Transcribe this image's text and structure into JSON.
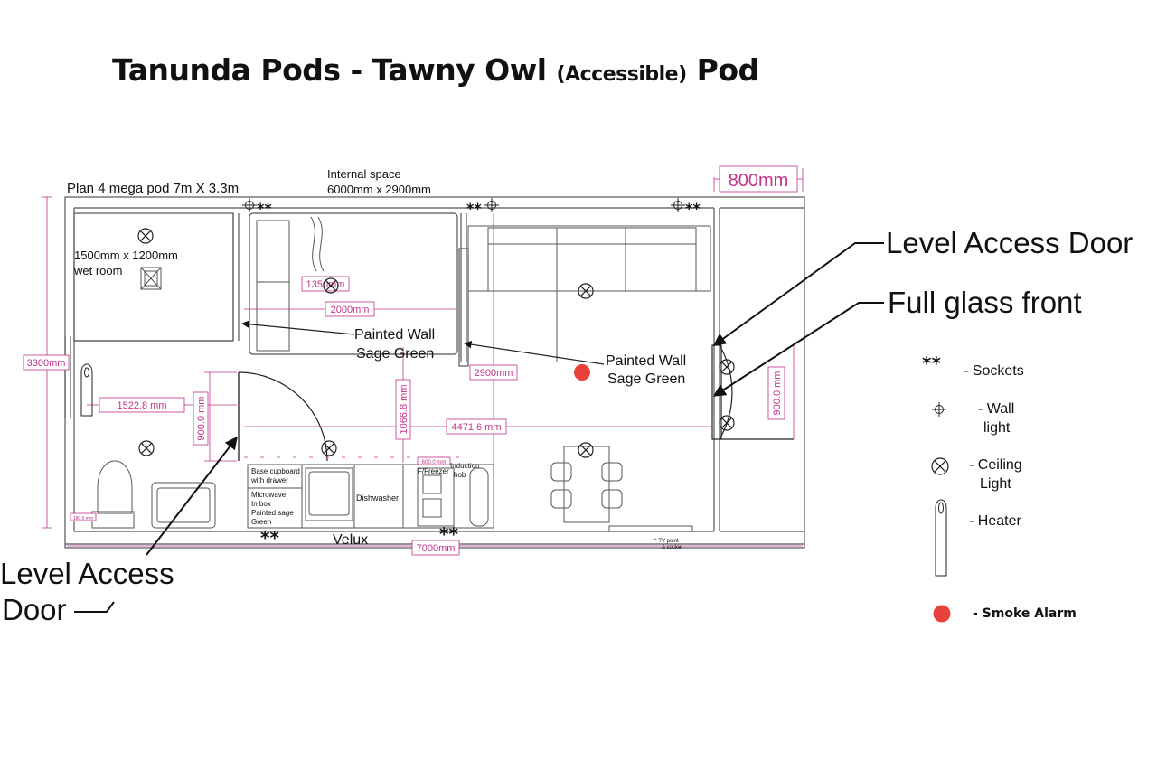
{
  "title": {
    "main": "Tanunda Pods - Tawny Owl",
    "accessible": "(Accessible)",
    "suffix": "Pod"
  },
  "plan": {
    "plan_label": "Plan 4 mega pod 7m X 3.3m",
    "internal_space_line1": "Internal space",
    "internal_space_line2": "6000mm x 2900mm",
    "dim_800": "800mm",
    "dim_3300": "3300mm",
    "dim_1522": "1522.8 mm",
    "dim_900_left": "900.0 mm",
    "dim_1066": "1066.8 mm",
    "dim_4471": "4471.6 mm",
    "dim_2000": "2000mm",
    "dim_1350": "1350mm",
    "dim_2900": "2900mm",
    "dim_900_right": "900.0 mm",
    "dim_7000": "7000mm",
    "dim_600": "600.0 mm",
    "dim_wetroom_small": "180.0 mm",
    "wet_room_line1": "1500mm x 1200mm",
    "wet_room_line2": "wet room",
    "painted_wall_1_line1": "Painted Wall",
    "painted_wall_1_line2": "Sage Green",
    "painted_wall_2_line1": "Painted Wall",
    "painted_wall_2_line2": "Sage Green",
    "base_cupboard_line1": "Base cupboard",
    "base_cupboard_line2": "with drawer",
    "microwave_line1": "Microwave",
    "microwave_line2": "In box",
    "microwave_line3": "Painted sage",
    "microwave_line4": "Green",
    "dishwasher": "Dishwasher",
    "fridge": "F/Freezer",
    "induction_line1": "Induction",
    "induction_line2": "hob",
    "velux": "Velux",
    "tv_point_line1": "** TV point",
    "tv_point_line2": "& socket",
    "sockets_mark": "**"
  },
  "callouts": {
    "level_access_door_right": "Level Access Door",
    "full_glass_front": "Full glass front",
    "level_access_door_left_line1": "Level Access",
    "level_access_door_left_line2": "Door"
  },
  "legend": {
    "sockets_symbol": "**",
    "sockets": "- Sockets",
    "wall_light_line1": "- Wall",
    "wall_light_line2": "light",
    "ceiling_light_line1": "- Ceiling",
    "ceiling_light_line2": "Light",
    "heater": "- Heater",
    "smoke_alarm": "- Smoke Alarm"
  },
  "colors": {
    "dimension": "#c0338a",
    "smoke_alarm": "#e8413c",
    "line": "#222222",
    "wall_line": "#555555"
  }
}
